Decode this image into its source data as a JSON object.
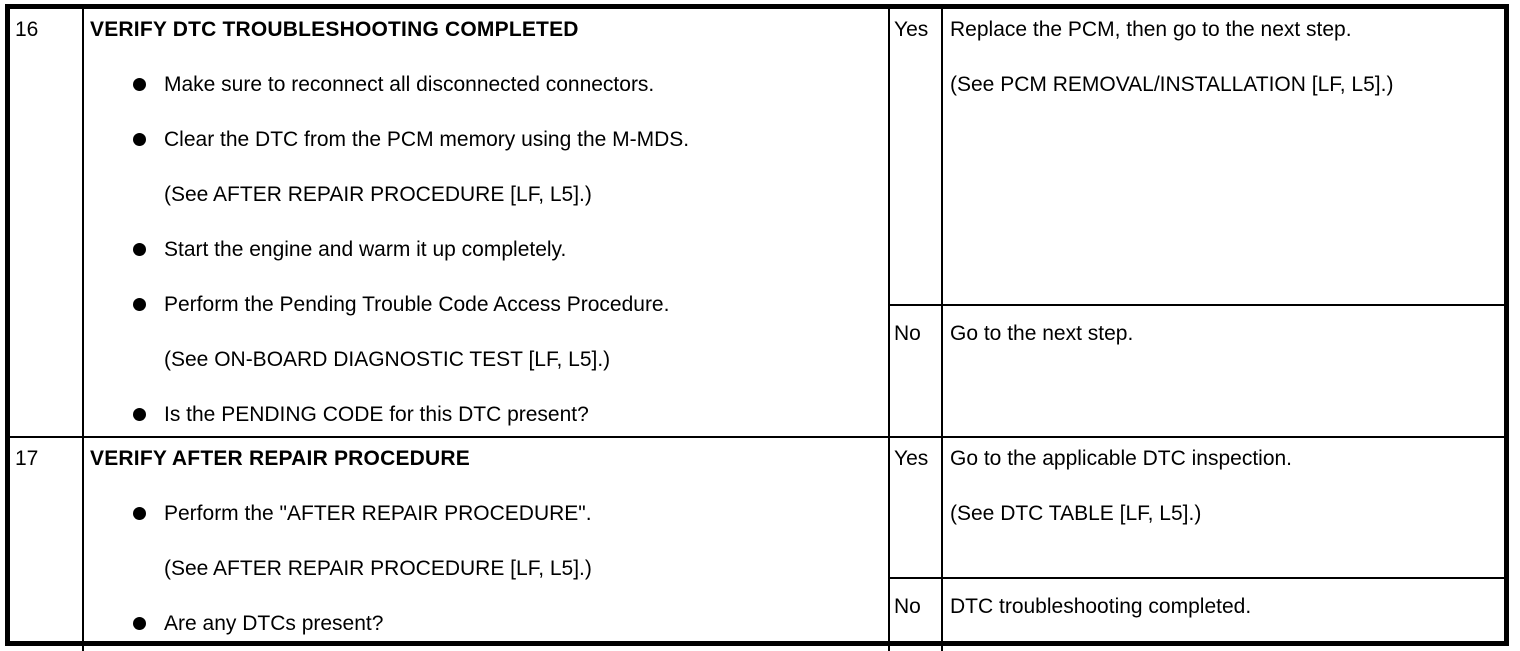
{
  "table": {
    "rows": [
      {
        "step": "16",
        "title": "VERIFY DTC TROUBLESHOOTING COMPLETED",
        "action_lines": [
          {
            "type": "bullet",
            "text": "Make sure to reconnect all disconnected connectors."
          },
          {
            "type": "bullet",
            "text": "Clear the DTC from the PCM memory using the M-MDS."
          },
          {
            "type": "reference",
            "text": "(See AFTER REPAIR PROCEDURE [LF, L5].)"
          },
          {
            "type": "bullet",
            "text": "Start the engine and warm it up completely."
          },
          {
            "type": "bullet",
            "text": "Perform the Pending Trouble Code Access Procedure."
          },
          {
            "type": "reference",
            "text": "(See ON-BOARD DIAGNOSTIC TEST [LF, L5].)"
          },
          {
            "type": "bullet",
            "text": "Is the PENDING CODE for this DTC present?"
          }
        ],
        "yes": {
          "label": "Yes",
          "lines": [
            "Replace the PCM, then go to the next step.",
            "(See PCM REMOVAL/INSTALLATION [LF, L5].)"
          ]
        },
        "no": {
          "label": "No",
          "lines": [
            "Go to the next step."
          ]
        }
      },
      {
        "step": "17",
        "title": "VERIFY AFTER REPAIR PROCEDURE",
        "action_lines": [
          {
            "type": "bullet",
            "text": "Perform the \"AFTER REPAIR PROCEDURE\"."
          },
          {
            "type": "reference",
            "text": "(See AFTER REPAIR PROCEDURE [LF, L5].)"
          },
          {
            "type": "bullet",
            "text": "Are any DTCs present?"
          }
        ],
        "yes": {
          "label": "Yes",
          "lines": [
            "Go to the applicable DTC inspection.",
            "(See DTC TABLE [LF, L5].)"
          ]
        },
        "no": {
          "label": "No",
          "lines": [
            "DTC troubleshooting completed."
          ]
        }
      }
    ],
    "text_color": "#000000",
    "background_color": "#ffffff"
  }
}
